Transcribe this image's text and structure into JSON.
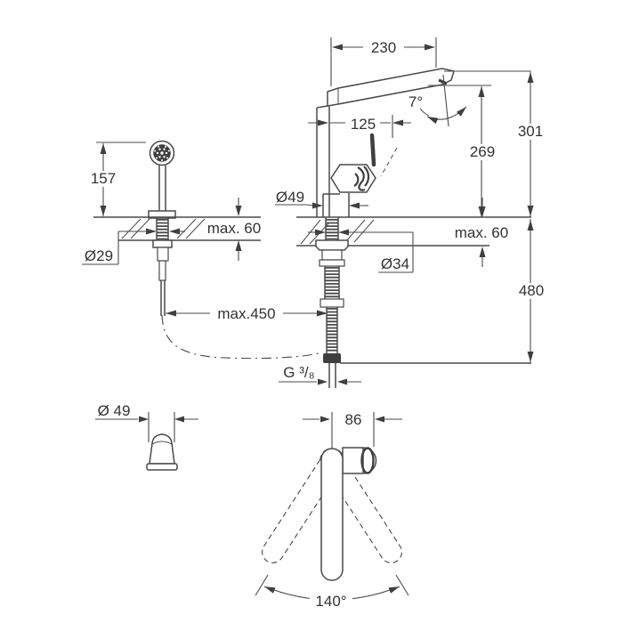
{
  "drawing": {
    "type": "technical dimension drawing",
    "subject": "kitchen sink mixer faucet with separate pull-out hand spray",
    "views": [
      "side view of hand spray on deck (left)",
      "side view of faucet with spout, lever and under-counter supply (right)",
      "top view of hand spray head (bottom left)",
      "top view of faucet showing swivel range (bottom right)"
    ],
    "colors": {
      "line": "#4a4a4a",
      "text": "#333333",
      "background": "#ffffff"
    }
  },
  "labels": {
    "d230": "230",
    "d7": "7°",
    "d125": "125",
    "d301": "301",
    "d269": "269",
    "d480": "480",
    "max60_right": "max. 60",
    "o49": "Ø49",
    "o34": "Ø34",
    "d157": "157",
    "max60_left": "max. 60",
    "o29": "Ø29",
    "max450": "max.450",
    "g38": "G ³/₈",
    "o49_top": "Ø 49",
    "d86": "86",
    "d140": "140°"
  }
}
